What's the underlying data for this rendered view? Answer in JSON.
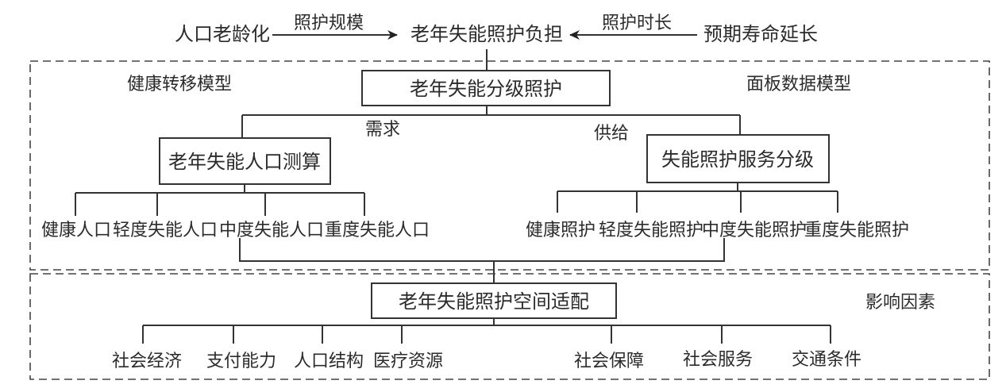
{
  "top": {
    "left_cause": "人口老龄化",
    "left_arrow_label": "照护规模",
    "center": "老年失能照护负担",
    "right_arrow_label": "照护时长",
    "right_cause": "预期寿命延长"
  },
  "upper_panel": {
    "left_model_label": "健康转移模型",
    "right_model_label": "面板数据模型",
    "root_box": "老年失能分级照护",
    "demand_label": "需求",
    "supply_label": "供给",
    "demand_box": "老年失能人口测算",
    "supply_box": "失能照护服务分级",
    "demand_children": [
      "健康人口",
      "轻度失能人口",
      "中度失能人口",
      "重度失能人口"
    ],
    "supply_children": [
      "健康照护",
      "轻度失能照护",
      "中度失能照护",
      "重度失能照护"
    ]
  },
  "lower_panel": {
    "root_box": "老年失能照护空间适配",
    "factors_label": "影响因素",
    "factors": [
      "社会经济",
      "支付能力",
      "人口结构",
      "医疗资源",
      "社会保障",
      "社会服务",
      "交通条件"
    ]
  },
  "colors": {
    "line": "#333333",
    "text": "#2b2b2b",
    "background": "#ffffff"
  }
}
